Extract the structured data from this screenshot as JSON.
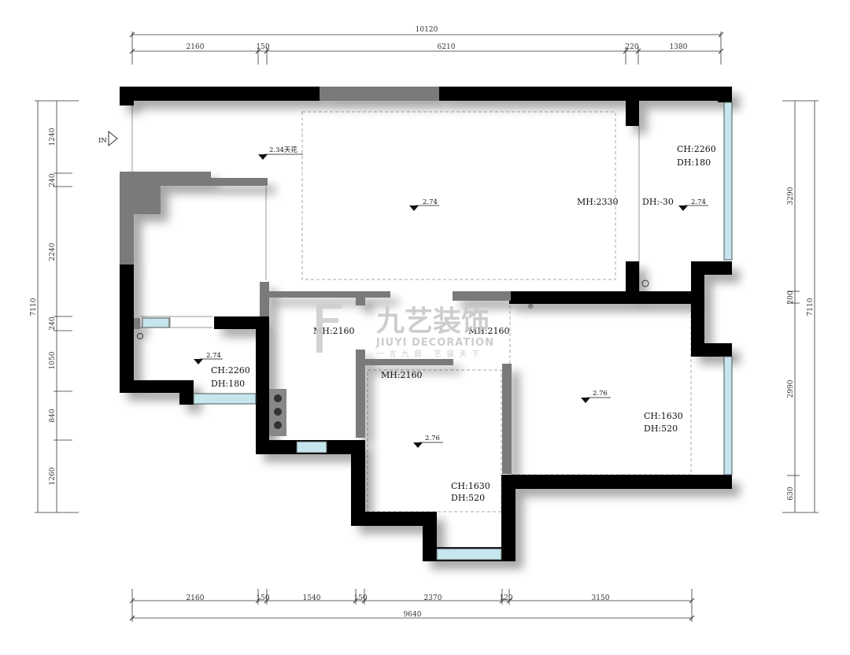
{
  "dimensions": {
    "top_total": "10120",
    "top_segments": [
      "2160",
      "150",
      "6210",
      "220",
      "1380"
    ],
    "bottom_segments": [
      "2160",
      "150",
      "1540",
      "150",
      "2370",
      "120",
      "3150"
    ],
    "bottom_total": "9640",
    "left_total": "7110",
    "left_segments": [
      "1240",
      "240",
      "2240",
      "240",
      "1050",
      "840",
      "1260"
    ],
    "right_total": "7110",
    "right_segments": [
      "3290",
      "200",
      "2990",
      "630"
    ]
  },
  "entry_label": "IN",
  "ceiling_label": "2.34天花",
  "elevations": [
    "2.74",
    "2.74",
    "2.74",
    "2.76",
    "2.76"
  ],
  "annotations": {
    "living_mh": "MH:2330",
    "balcony_dh": "DH:-30",
    "balcony_ch": "CH:2260",
    "balcony_dh2": "DH:180",
    "kitchen_ch": "CH:2260",
    "kitchen_dh": "DH:180",
    "mh_left": "MH:2160",
    "mh_mid": "MH:2160",
    "mh_lower": "MH:2160",
    "bed_ch": "CH:1630",
    "bed_dh": "DH:520",
    "small_ch": "CH:1630",
    "small_dh": "DH:520"
  },
  "watermark": {
    "brand_cn": "九艺装饰",
    "brand_en": "JIUYI DECORATION",
    "slogan": "一言九鼎 艺装天下",
    "reg": "®"
  },
  "colors": {
    "wall": "#000000",
    "partition": "#7a7a7a",
    "window": "#bfe3ea",
    "dim_line": "#333333"
  }
}
